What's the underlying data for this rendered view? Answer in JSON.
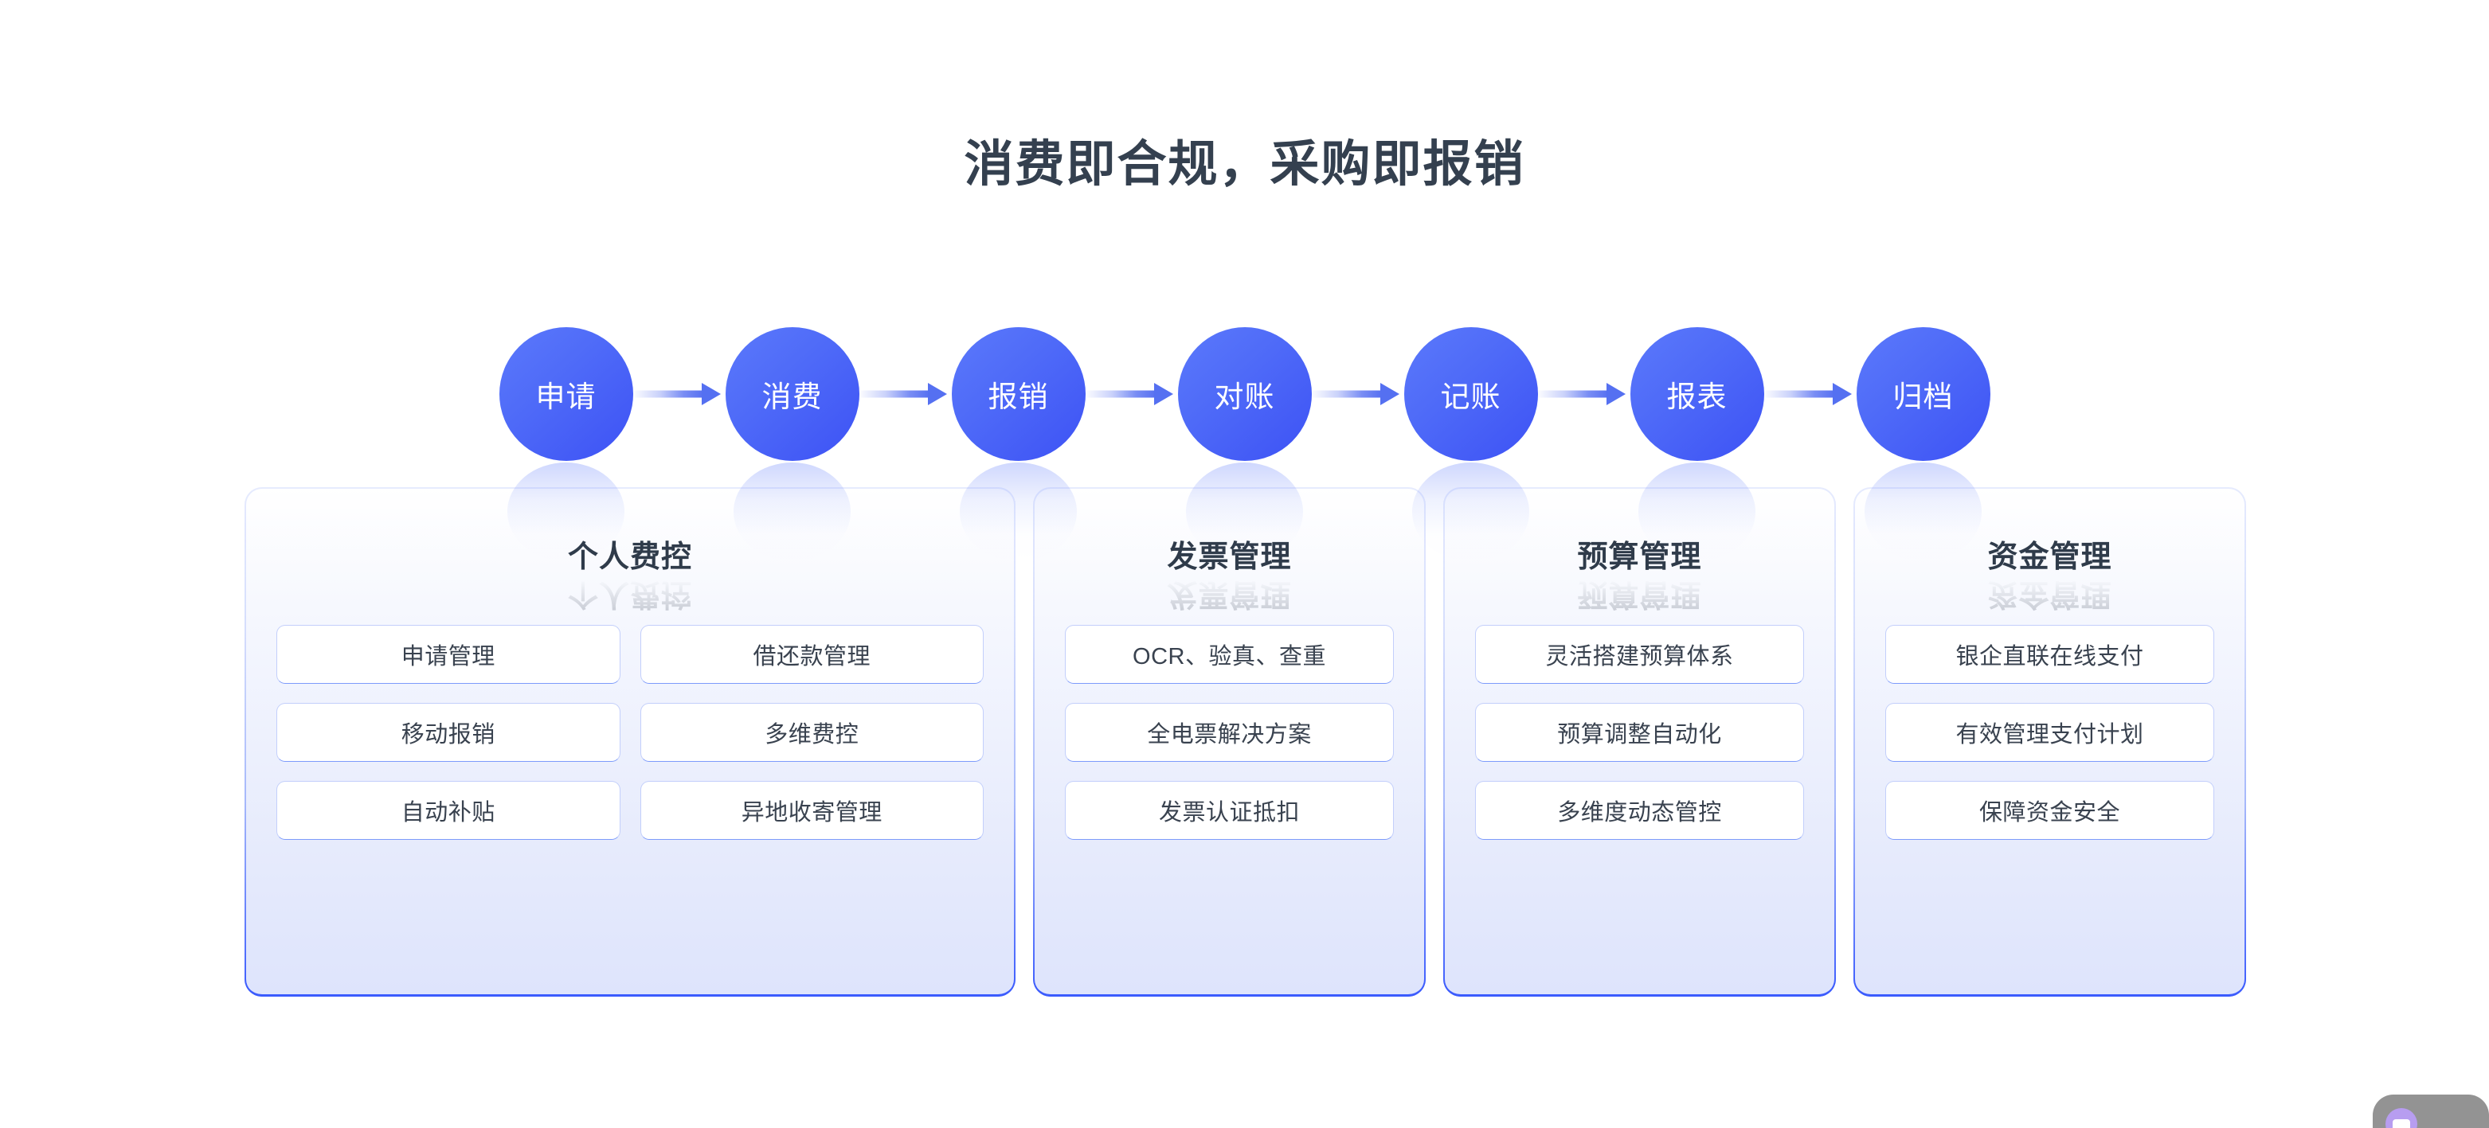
{
  "page": {
    "title": "消费即合规，采购即报销",
    "title_color": "#34404f",
    "background": "#ffffff"
  },
  "theme": {
    "accent": "#3d52f5",
    "accent_light": "#5b79fb",
    "arrow": "#5570f1",
    "panel_border": "#3b5bfd",
    "tile_border": "#c3cffb",
    "tile_text": "#39424f",
    "heading": "#2f3b4a"
  },
  "flow": {
    "nodes": [
      {
        "label": "申请"
      },
      {
        "label": "消费"
      },
      {
        "label": "报销"
      },
      {
        "label": "对账"
      },
      {
        "label": "记账"
      },
      {
        "label": "报表"
      },
      {
        "label": "归档"
      }
    ],
    "arrow_icon": "arrow-right-icon"
  },
  "panels": [
    {
      "title": "个人费控",
      "columns": 2,
      "tiles": [
        "申请管理",
        "借还款管理",
        "移动报销",
        "多维费控",
        "自动补贴",
        "异地收寄管理"
      ]
    },
    {
      "title": "发票管理",
      "columns": 1,
      "tiles": [
        "OCR、验真、查重",
        "全电票解决方案",
        "发票认证抵扣"
      ]
    },
    {
      "title": "预算管理",
      "columns": 1,
      "tiles": [
        "灵活搭建预算体系",
        "预算调整自动化",
        "多维度动态管控"
      ]
    },
    {
      "title": "资金管理",
      "columns": 1,
      "tiles": [
        "银企直联在线支付",
        "有效管理支付计划",
        "保障资金安全"
      ]
    }
  ],
  "corner_widget": {
    "label": "",
    "avatar_icon": "user-avatar-icon"
  }
}
